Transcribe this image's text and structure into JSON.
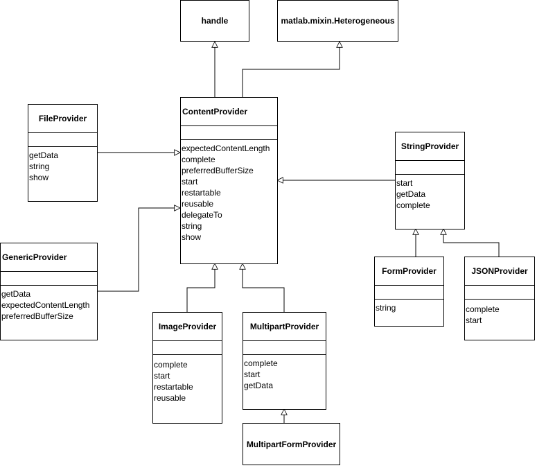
{
  "classes": {
    "handle": {
      "name": "handle"
    },
    "heterogeneous": {
      "name": "matlab.mixin.Heterogeneous"
    },
    "content_provider": {
      "name": "ContentProvider",
      "methods": [
        "expectedContentLength",
        "complete",
        "preferredBufferSize",
        "start",
        "restartable",
        "reusable",
        "delegateTo",
        "string",
        "show"
      ]
    },
    "file_provider": {
      "name": "FileProvider",
      "methods": [
        "getData",
        "string",
        "show"
      ]
    },
    "generic_provider": {
      "name": "GenericProvider",
      "methods": [
        "getData",
        "expectedContentLength",
        "preferredBufferSize"
      ]
    },
    "string_provider": {
      "name": "StringProvider",
      "methods": [
        "start",
        "getData",
        "complete"
      ]
    },
    "form_provider": {
      "name": "FormProvider",
      "methods": [
        "string"
      ]
    },
    "json_provider": {
      "name": "JSONProvider",
      "methods": [
        "complete",
        "start"
      ]
    },
    "image_provider": {
      "name": "ImageProvider",
      "methods": [
        "complete",
        "start",
        "restartable",
        "reusable"
      ]
    },
    "multipart_provider": {
      "name": "MultipartProvider",
      "methods": [
        "complete",
        "start",
        "getData"
      ]
    },
    "multipart_form_provider": {
      "name": "MultipartFormProvider"
    }
  }
}
